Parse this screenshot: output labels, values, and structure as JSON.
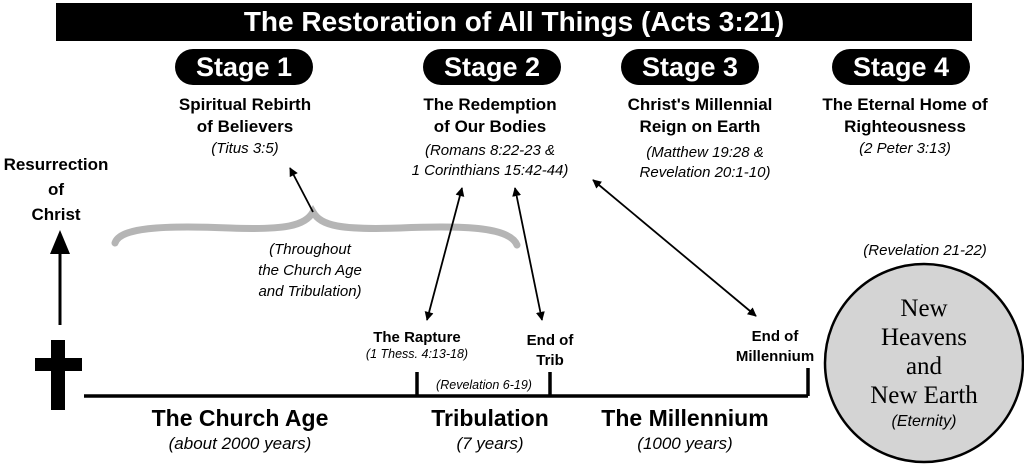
{
  "title": "The Restoration of All Things (Acts 3:21)",
  "stages": [
    {
      "label": "Stage 1",
      "heading_lines": [
        "Spiritual Rebirth",
        "of Believers"
      ],
      "ref": "(Titus 3:5)"
    },
    {
      "label": "Stage 2",
      "heading_lines": [
        "The Redemption",
        "of Our Bodies"
      ],
      "ref_lines": [
        "(Romans 8:22-23 &",
        "1 Corinthians 15:42-44)"
      ]
    },
    {
      "label": "Stage 3",
      "heading_lines": [
        "Christ's Millennial",
        "Reign on Earth"
      ],
      "ref_lines": [
        "(Matthew 19:28 &",
        "Revelation 20:1-10)"
      ]
    },
    {
      "label": "Stage 4",
      "heading_lines": [
        "The Eternal Home of",
        "Righteousness"
      ],
      "ref": "(2 Peter 3:13)"
    }
  ],
  "resurrection_lines": [
    "Resurrection",
    "of",
    "Christ"
  ],
  "church_age_note_lines": [
    "(Throughout",
    "the Church Age",
    "and Tribulation)"
  ],
  "markers": {
    "rapture": {
      "label": "The Rapture",
      "ref": "(1 Thess. 4:13-18)"
    },
    "end_trib": {
      "label_lines": [
        "End of",
        "Trib"
      ]
    },
    "tribulation_ref": "(Revelation 6-19)",
    "end_millennium": {
      "label_lines": [
        "End of",
        "Millennium"
      ]
    }
  },
  "eras": [
    {
      "name": "The Church Age",
      "duration": "(about 2000 years)"
    },
    {
      "name": "Tribulation",
      "duration": "(7 years)"
    },
    {
      "name": "The Millennium",
      "duration": "(1000 years)"
    }
  ],
  "eternity": {
    "ref": "(Revelation 21-22)",
    "label_lines": [
      "New",
      "Heavens",
      "and",
      "New Earth"
    ],
    "sub": "(Eternity)",
    "fill_color": "#d4d4d4"
  },
  "colors": {
    "brace": "#b5b5b5",
    "ink": "#000000"
  }
}
